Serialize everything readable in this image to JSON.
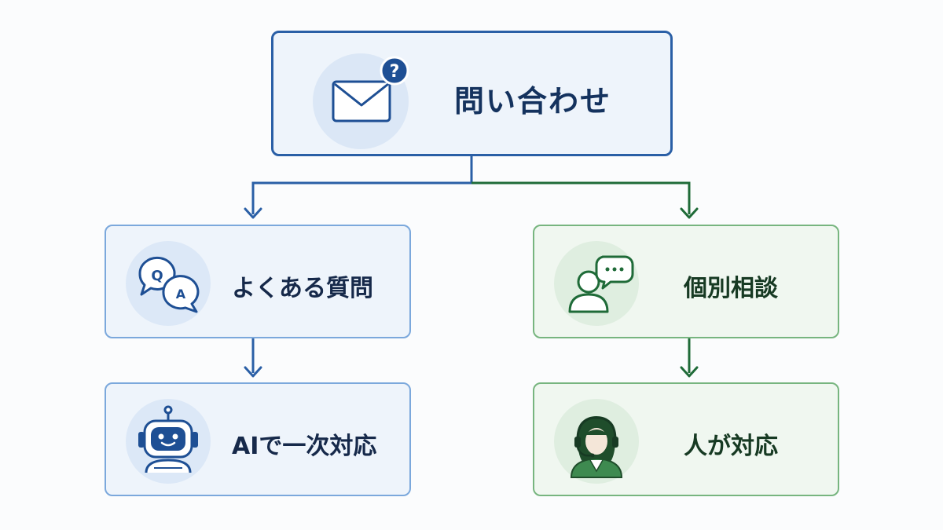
{
  "colors": {
    "blue_accent": "#2a5fa6",
    "blue_border": "#7ba8dc",
    "blue_fill": "#eef4fb",
    "green_accent": "#1f6b38",
    "green_border": "#77b57f",
    "green_fill": "#f0f7f0",
    "background": "#fbfcfd"
  },
  "nodes": {
    "root": {
      "label": "問い合わせ",
      "icon": "mail-question-icon"
    },
    "faq": {
      "label": "よくある質問",
      "icon": "qa-bubbles-icon"
    },
    "ai": {
      "label": "AIで一次対応",
      "icon": "robot-icon"
    },
    "consultation": {
      "label": "個別相談",
      "icon": "person-chat-icon"
    },
    "human": {
      "label": "人が対応",
      "icon": "headset-operator-icon"
    }
  }
}
